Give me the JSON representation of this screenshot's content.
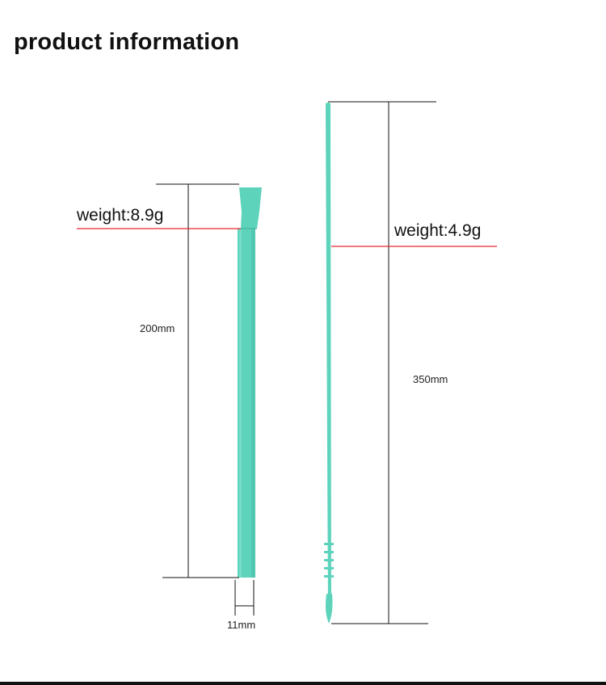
{
  "page": {
    "title": "product information"
  },
  "products": [
    {
      "weight_label": "weight:8.9g",
      "length_label": "200mm",
      "diameter_label": "11mm"
    },
    {
      "weight_label": "weight:4.9g",
      "length_label": "350mm"
    }
  ],
  "colors": {
    "straw": "#5dd3bc",
    "straw_shadow": "#49bfa8",
    "guide_red": "#e8262b",
    "dimension_line": "#111111"
  }
}
